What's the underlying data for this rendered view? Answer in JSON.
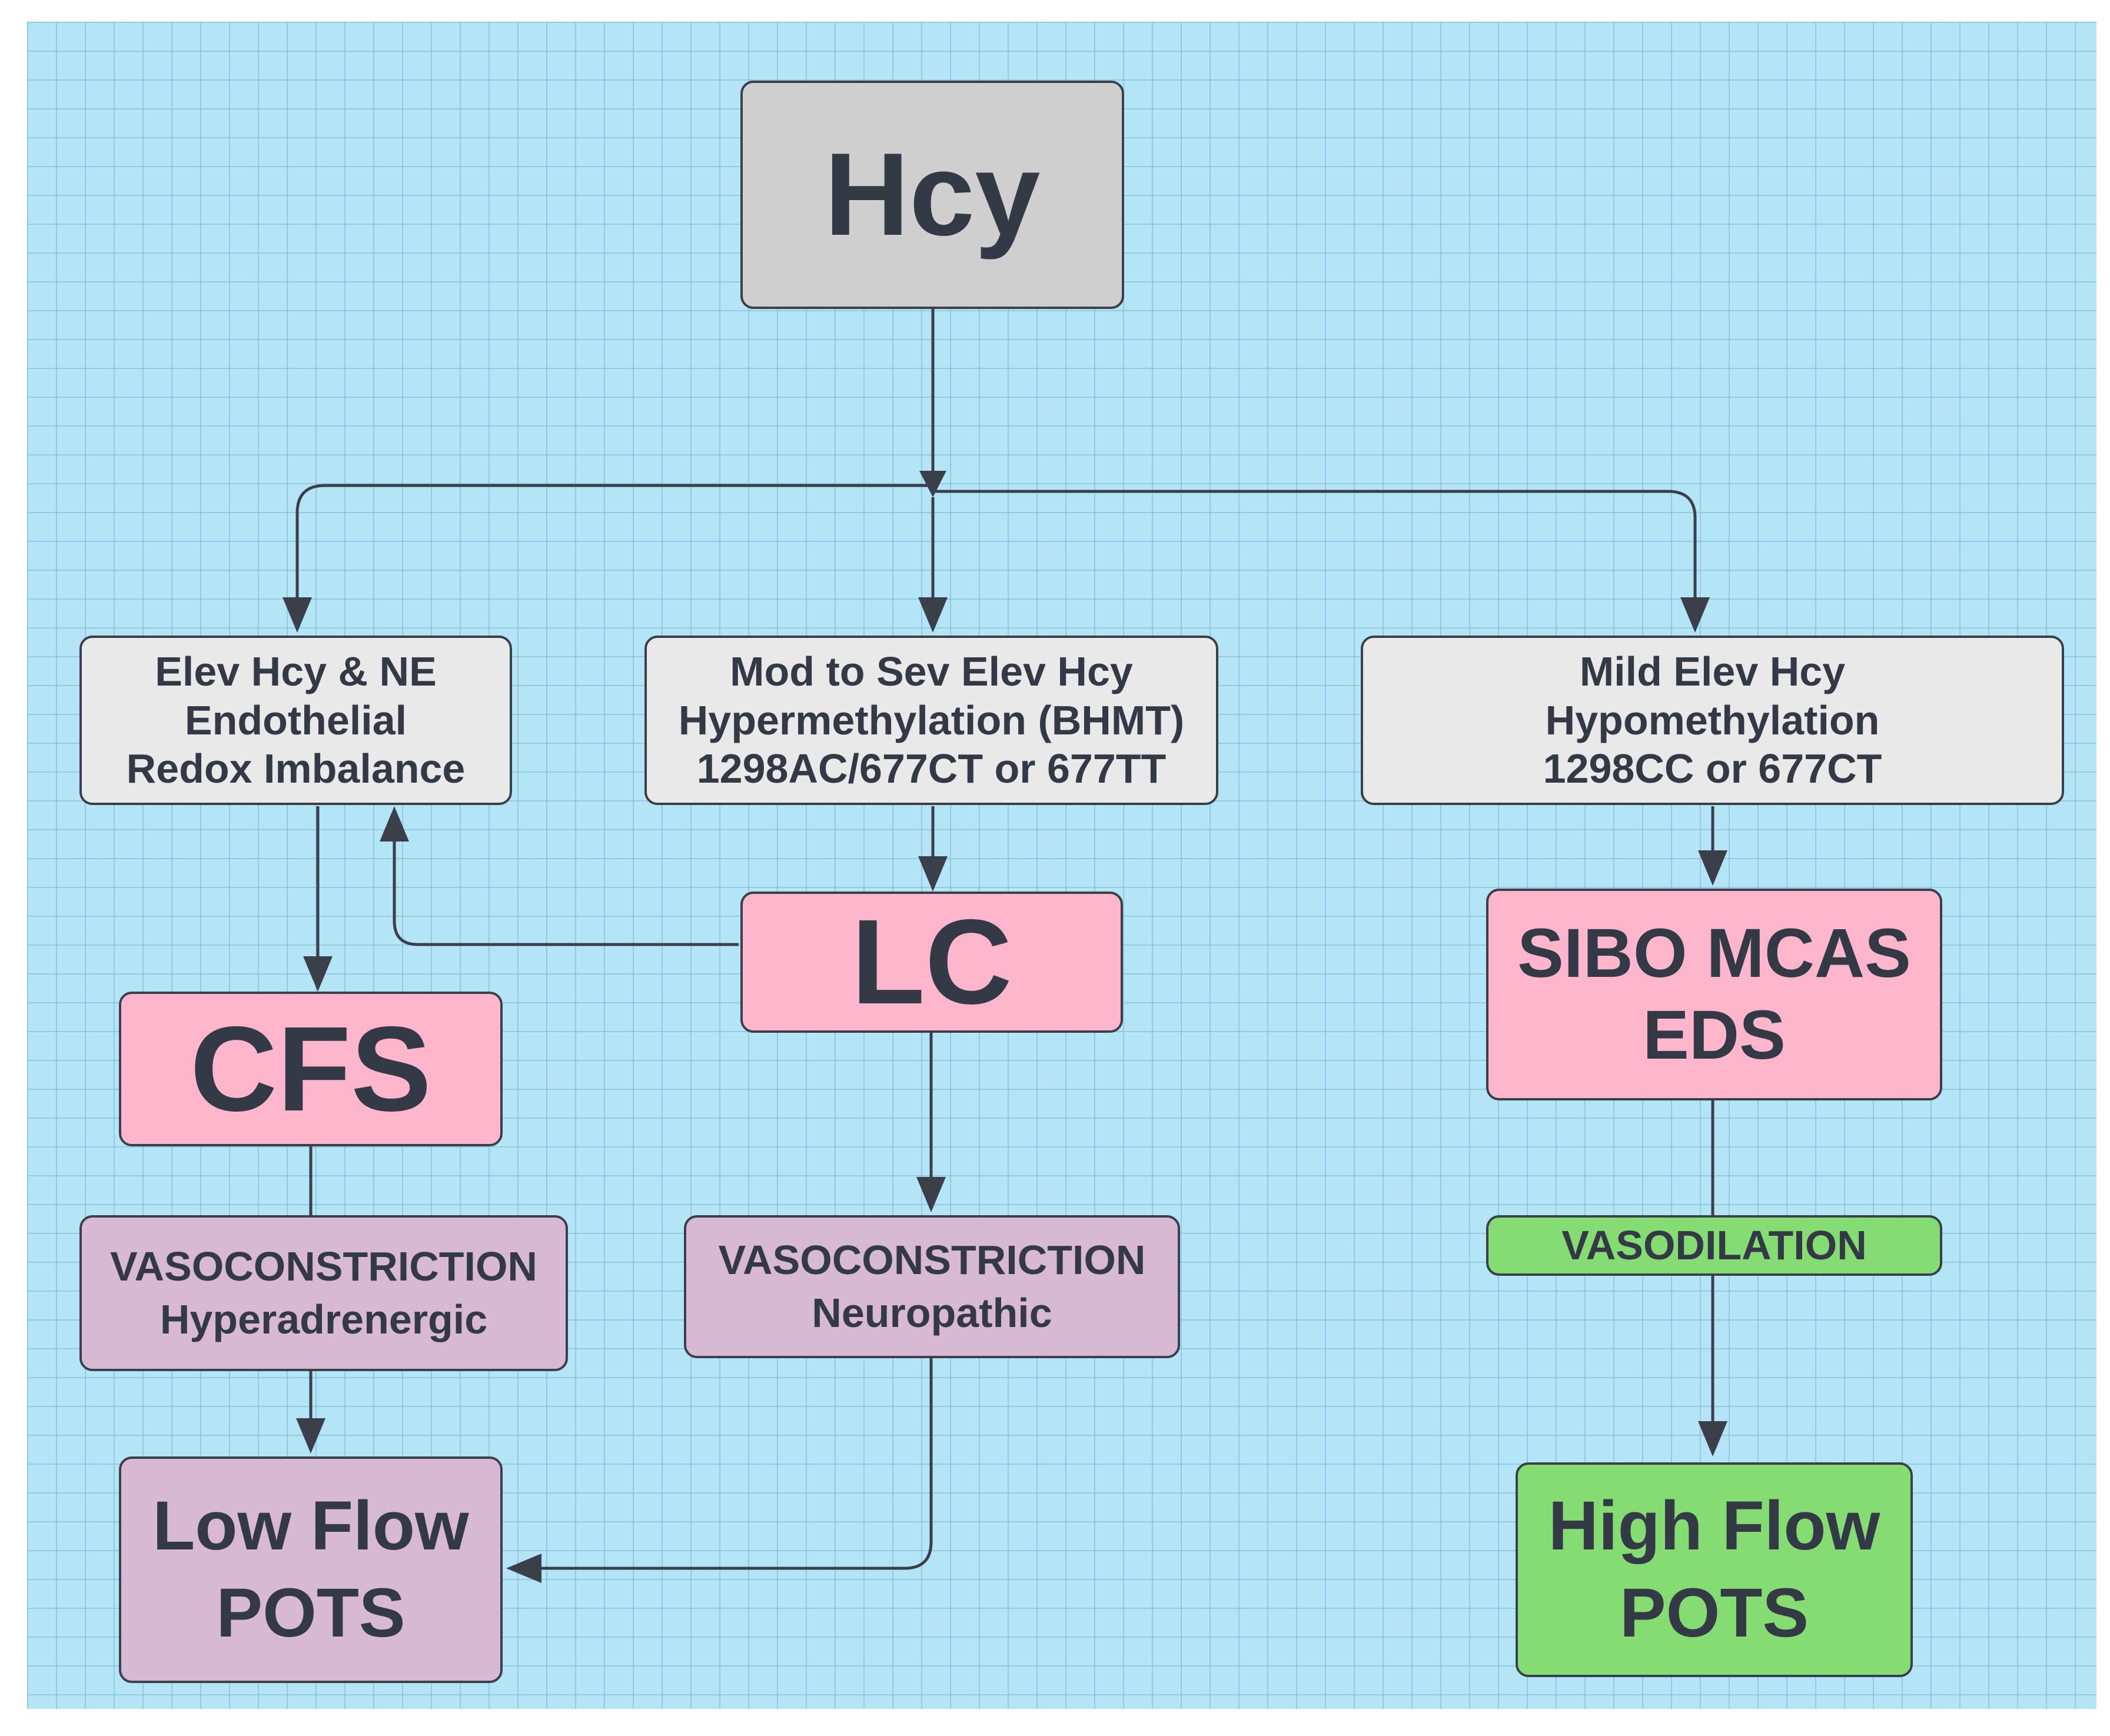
{
  "colors": {
    "background": "#b3e5f6",
    "grid": "#7ab4d2",
    "root_fill": "#cfcfcf",
    "category_fill": "#e9e9ea",
    "condition_fill": "#fdb6cc",
    "vasoconstriction_fill": "#d8b9d4",
    "vasodilation_fill": "#84dc72",
    "stroke": "#3a3f4a",
    "text": "#343a45"
  },
  "nodes": {
    "root": {
      "label": "Hcy"
    },
    "left_category": {
      "lines": [
        "Elev Hcy & NE",
        "Endothelial",
        "Redox Imbalance"
      ]
    },
    "middle_category": {
      "lines": [
        "Mod to Sev Elev Hcy",
        "Hypermethylation (BHMT)",
        "1298AC/677CT or 677TT"
      ]
    },
    "right_category": {
      "lines": [
        "Mild Elev Hcy",
        "Hypomethylation",
        "1298CC or 677CT"
      ]
    },
    "cfs": {
      "label": "CFS"
    },
    "lc": {
      "label": "LC"
    },
    "sibo": {
      "lines": [
        "SIBO MCAS",
        "EDS"
      ]
    },
    "vaso_hyper": {
      "lines": [
        "VASOCONSTRICTION",
        "Hyperadrenergic"
      ]
    },
    "vaso_neuro": {
      "lines": [
        "VASOCONSTRICTION",
        "Neuropathic"
      ]
    },
    "vasodilation": {
      "label": "VASODILATION"
    },
    "low_flow": {
      "lines": [
        "Low Flow",
        "POTS"
      ]
    },
    "high_flow": {
      "lines": [
        "High Flow",
        "POTS"
      ]
    }
  }
}
